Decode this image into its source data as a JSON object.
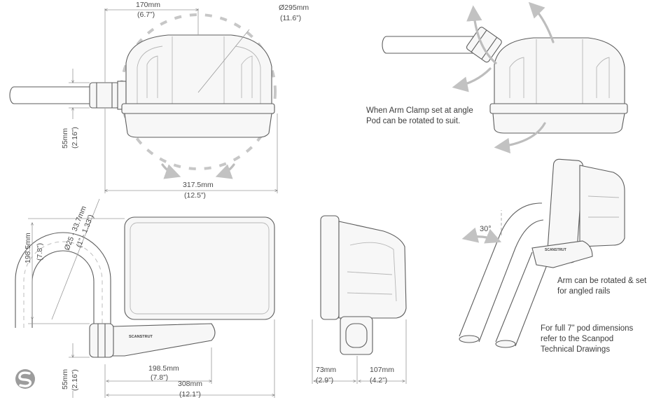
{
  "top_left": {
    "width_top": "170mm",
    "width_top_in": "(6.7”)",
    "diameter": "Ø295mm",
    "diameter_in": "(11.6”)",
    "height_clamp": "55mm",
    "height_clamp_in": "(2.16”)",
    "overall_width": "317.5mm",
    "overall_width_in": "(12.5”)"
  },
  "top_right": {
    "note_line1": "When Arm Clamp set at angle",
    "note_line2": "Pod can be rotated to suit."
  },
  "bottom_left": {
    "height_arm": "198.5mm",
    "height_arm_in": "(7.8”)",
    "rail_dia": "Ø25 - 33.7mm",
    "rail_dia_in": "(1” - 1.33”)",
    "clamp_height": "55mm",
    "clamp_height_in": "(2.16”)",
    "arm_length": "198.5mm",
    "arm_length_in": "(7.8”)",
    "total_length": "308mm",
    "total_length_in": "(12.1”)",
    "brand_mark": "SCANSTRUT"
  },
  "bottom_mid": {
    "front_depth": "73mm",
    "front_depth_in": "(2.9”)",
    "rear_depth": "107mm",
    "rear_depth_in": "(4.2”)"
  },
  "bottom_right": {
    "angle": "30°",
    "note_a_line1": "Arm can be rotated & set",
    "note_a_line2": "for angled rails",
    "note_b_line1": "For full 7” pod dimensions",
    "note_b_line2": "refer to the Scanpod",
    "note_b_line3": "Technical Drawings",
    "brand_mark": "SCANSTRUT"
  },
  "logo": {
    "icon": "scanstrut-logo-icon",
    "color": "#9c9c9c"
  }
}
